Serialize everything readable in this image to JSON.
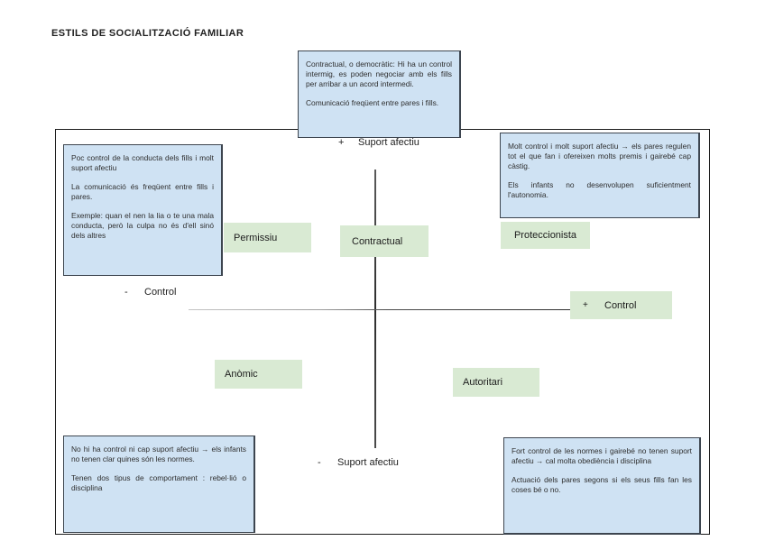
{
  "title": "ESTILS DE SOCIALITZACIÓ FAMILIAR",
  "colors": {
    "note_fill": "#cfe2f3",
    "label_fill": "#d9ead3",
    "frame_border": "#1b1b1b",
    "text": "#2b2b2b"
  },
  "axes": {
    "top": {
      "sign": "+",
      "label": "Suport afectiu"
    },
    "bottom": {
      "sign": "-",
      "label": "Suport afectiu"
    },
    "left": {
      "sign": "-",
      "label": "Control"
    },
    "right": {
      "sign": "+",
      "label": "Control"
    }
  },
  "quadrant_labels": {
    "permissiu": "Permissiu",
    "contractual": "Contractual",
    "proteccionista": "Proteccionista",
    "anomic": "Anòmic",
    "autoritari": "Autoritari"
  },
  "notes": {
    "contractual": {
      "p1": "Contractual, o democràtic: Hi ha un control intermig, es poden negociar amb els fills per arribar a un acord intermedi.",
      "p2": "Comunicació freqüent entre pares i fills."
    },
    "permissiu": {
      "p1": "Poc control de la conducta dels fills i molt suport afectiu",
      "p2": "La comunicació és freqüent entre fills i pares.",
      "p3": "Exemple: quan el nen la lia o te una mala conducta, però la culpa no és d'ell sinó dels altres"
    },
    "proteccionista": {
      "p1": "Molt control i molt suport afectiu → els pares regulen tot el que fan i ofereixen molts premis i gairebé cap càstig.",
      "p2": "Els infants no desenvolupen suficientment l'autonomia."
    },
    "anomic": {
      "p1": "No hi ha control ni cap suport afectiu → els infants no tenen clar quines són les normes.",
      "p2": "Tenen dos tipus de comportament : rebel·lió o disciplina"
    },
    "autoritari": {
      "p1": "Fort control de les normes i gairebé no tenen suport afectiu → cal molta obediència i disciplina",
      "p2": "Actuació dels pares segons si els seus fills fan les coses bé o no."
    }
  }
}
